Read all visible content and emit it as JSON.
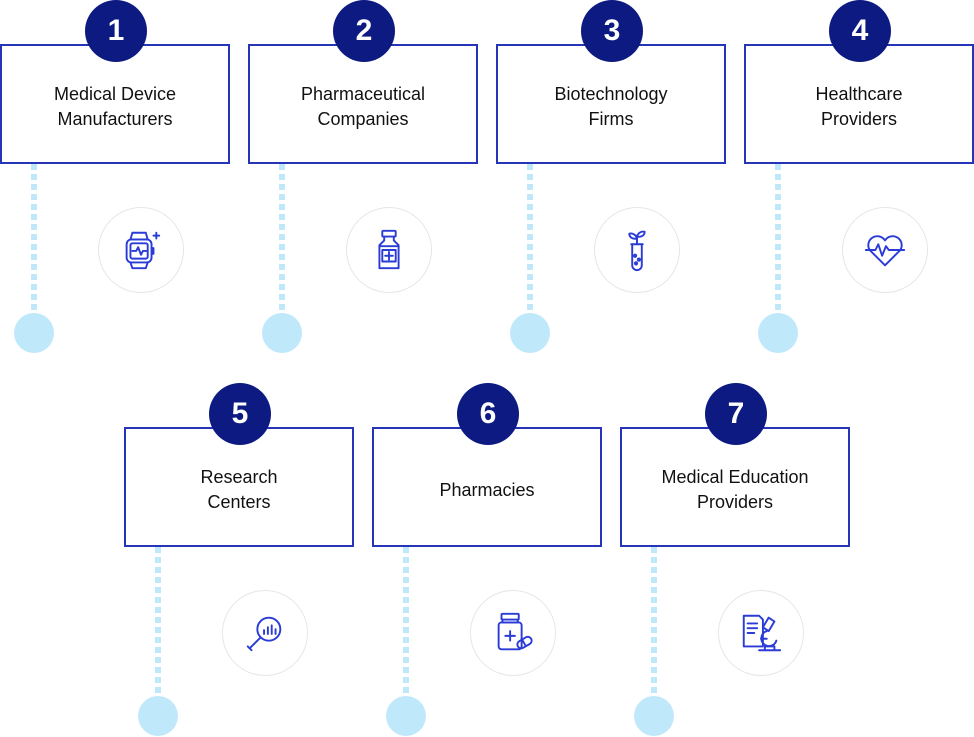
{
  "steps": [
    {
      "number": "1",
      "label": "Medical Device\nManufacturers",
      "icon": "smartwatch-icon"
    },
    {
      "number": "2",
      "label": "Pharmaceutical\nCompanies",
      "icon": "medicine-bottle-icon"
    },
    {
      "number": "3",
      "label": "Biotechnology\nFirms",
      "icon": "test-tube-plant-icon"
    },
    {
      "number": "4",
      "label": "Healthcare\nProviders",
      "icon": "heartbeat-icon"
    },
    {
      "number": "5",
      "label": "Research\nCenters",
      "icon": "magnifier-chart-icon"
    },
    {
      "number": "6",
      "label": "Pharmacies",
      "icon": "pills-bottle-icon"
    },
    {
      "number": "7",
      "label": "Medical Education\nProviders",
      "icon": "microscope-document-icon"
    }
  ],
  "colors": {
    "accent": "#0d1a82",
    "border": "#2634b8",
    "icon": "#2a3bd6",
    "connector": "#bfe8fb"
  }
}
